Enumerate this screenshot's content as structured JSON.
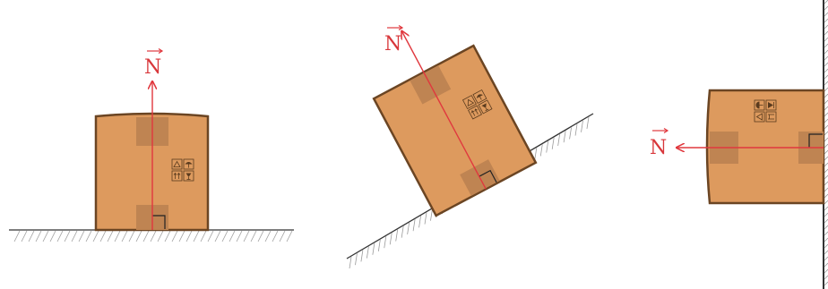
{
  "colors": {
    "box_fill": "#dd9a5e",
    "box_outline": "#6b4523",
    "tape": "#bf8452",
    "force": "#e0383e",
    "surface": "#333333",
    "hatch": "#9a9a9a",
    "symbol": "#5a3b1e"
  },
  "icons": [
    "recycle-icon",
    "umbrella-icon",
    "this-way-up-icon",
    "fragile-glass-icon"
  ],
  "panels": [
    {
      "id": "flat",
      "surface": "horizontal-floor",
      "force_label": "N",
      "force_direction": "up"
    },
    {
      "id": "incline",
      "surface": "inclined-plane",
      "force_label": "N",
      "force_direction": "perpendicular-to-slope"
    },
    {
      "id": "wall",
      "surface": "vertical-wall",
      "force_label": "N",
      "force_direction": "left"
    }
  ]
}
